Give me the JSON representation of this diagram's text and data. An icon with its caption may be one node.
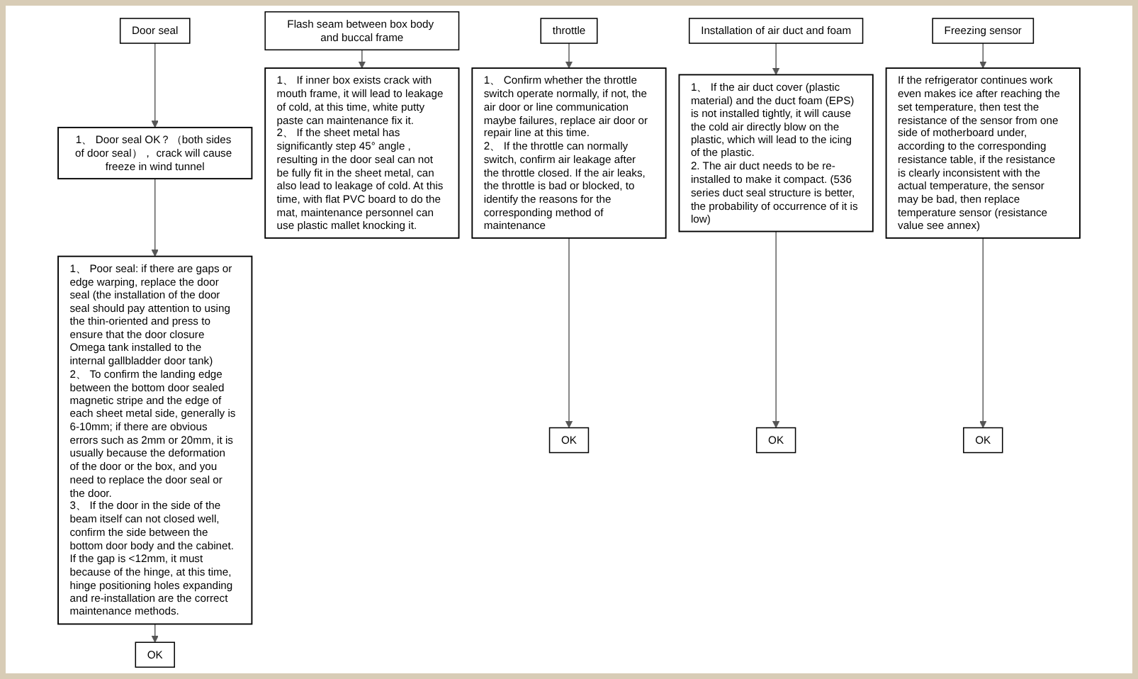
{
  "diagram": {
    "nodes": [
      {
        "text": [
          "Door seal"
        ]
      },
      {
        "text": [
          "1、 Door seal OK？（both sides of door seal）， crack will cause freeze in wind tunnel"
        ]
      },
      {
        "text": [
          "1、 Poor seal: if there are gaps or edge warping, replace the door seal (the installation of the door seal should pay attention to using the thin-oriented and press to ensure that the door closure Omega tank installed to the internal gallbladder door tank)",
          "2、 To confirm the landing edge between the bottom door sealed magnetic stripe and the edge of each sheet metal side, generally is 6-10mm; if there are obvious errors such as 2mm or 20mm, it is usually because the deformation of the door or the box, and you need to replace the door seal or the door.",
          "3、 If the door in the side of the beam itself can not closed well, confirm the side between the bottom door body and the cabinet. If the gap is <12mm, it must because of the hinge, at this time, hinge positioning holes expanding and re-installation are the correct maintenance methods."
        ]
      },
      {
        "text": [
          "OK"
        ]
      },
      {
        "text": [
          "Flash seam between box body and buccal frame"
        ]
      },
      {
        "text": [
          "1、 If inner box exists crack with mouth frame, it will lead to leakage of cold, at this time, white putty paste can maintenance fix it.",
          "2、 If the sheet metal has significantly step 45° angle , resulting in the door seal can not be fully fit in the sheet metal, can also lead to leakage of cold. At this time, with flat PVC board to do the mat, maintenance personnel can use plastic mallet knocking it."
        ]
      },
      {
        "text": [
          "throttle"
        ]
      },
      {
        "text": [
          "1、 Confirm whether the throttle switch operate normally, if not, the air door or line communication maybe failures, replace air door or repair line at this time.",
          "2、 If the throttle can normally switch, confirm air leakage after the throttle closed. If the air leaks, the throttle is bad or blocked, to identify the reasons for the corresponding method of maintenance"
        ]
      },
      {
        "text": [
          "OK"
        ]
      },
      {
        "text": [
          "Installation of air duct and foam"
        ]
      },
      {
        "text": [
          "1、 If the air duct cover (plastic material) and the duct foam (EPS) is not installed tightly, it will cause the cold air directly blow on the plastic, which will lead to the icing of the plastic.",
          "2. The air duct needs to be re-installed to make it compact. (536 series duct seal structure is better, the probability of occurrence of it is low)"
        ]
      },
      {
        "text": [
          "OK"
        ]
      },
      {
        "text": [
          "Freezing sensor"
        ]
      },
      {
        "text": [
          "If the refrigerator continues work even makes ice after reaching the set temperature, then test the resistance of the sensor from one side of motherboard under, according to the corresponding resistance table, if the resistance is clearly inconsistent with the actual temperature, the sensor may be bad, then replace temperature sensor (resistance value see annex)"
        ]
      },
      {
        "text": [
          "OK"
        ]
      }
    ],
    "edges": [
      {
        "from": 0,
        "to": 1,
        "arrow": "to"
      },
      {
        "from": 1,
        "to": 2,
        "arrow": "to"
      },
      {
        "from": 2,
        "to": 3,
        "arrow": "to"
      },
      {
        "from": 4,
        "to": 5,
        "arrow": "to"
      },
      {
        "from": 6,
        "to": 7,
        "arrow": "to"
      },
      {
        "from": 7,
        "to": 8,
        "arrow": "to"
      },
      {
        "from": 9,
        "to": 10,
        "arrow": "to"
      },
      {
        "from": 10,
        "to": 11,
        "arrow": "to"
      },
      {
        "from": 12,
        "to": 13,
        "arrow": "to"
      },
      {
        "from": 13,
        "to": 14,
        "arrow": "to"
      }
    ]
  }
}
